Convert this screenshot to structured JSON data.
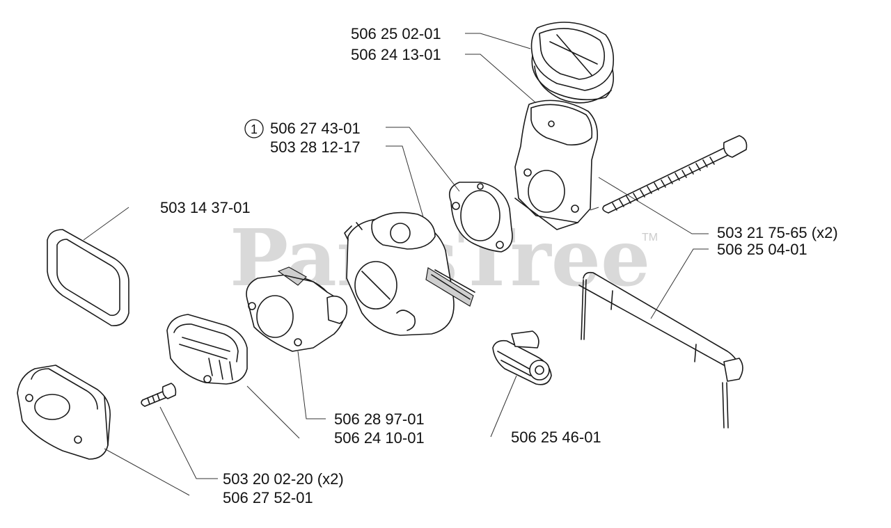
{
  "watermark": {
    "text": "PartsTree",
    "trademark": "TM"
  },
  "reference_marker": "1",
  "labels": {
    "l_506_25_02_01": "506 25 02-01",
    "l_506_24_13_01": "506 24 13-01",
    "l_506_27_43_01": "506 27 43-01",
    "l_503_28_12_17": "503 28 12-17",
    "l_503_14_37_01": "503 14 37-01",
    "l_503_21_75_65": "503 21 75-65 (x2)",
    "l_506_25_04_01": "506 25 04-01",
    "l_506_28_97_01": "506 28 97-01",
    "l_506_24_10_01": "506 24 10-01",
    "l_506_25_46_01": "506 25 46-01",
    "l_503_20_02_20": "503 20 02-20 (x2)",
    "l_506_27_52_01": "506 27 52-01"
  }
}
